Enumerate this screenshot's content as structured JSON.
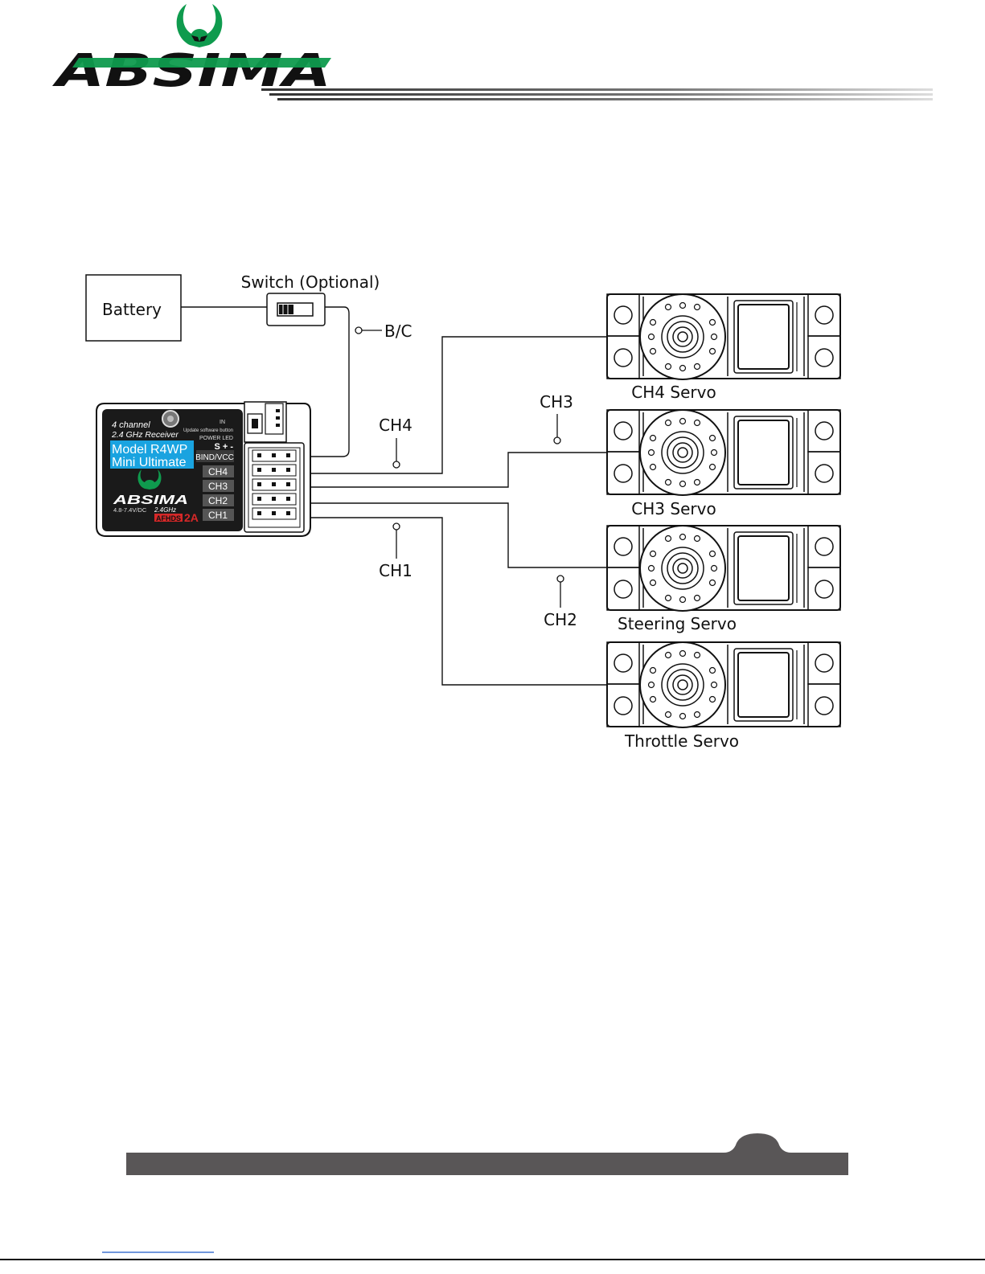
{
  "brand": {
    "name": "ABSIMA",
    "accent": "#0f9b4e",
    "dark": "#111111"
  },
  "diagram": {
    "battery_label": "Battery",
    "switch_label": "Switch (Optional)",
    "bc_label": "B/C",
    "wire_labels": {
      "ch4": "CH4",
      "ch3": "CH3",
      "ch2": "CH2",
      "ch1": "CH1"
    },
    "servos": [
      {
        "id": "ch4",
        "label": "CH4 Servo"
      },
      {
        "id": "ch3",
        "label": "CH3 Servo"
      },
      {
        "id": "steering",
        "label": "Steering Servo"
      },
      {
        "id": "throttle",
        "label": "Throttle Servo"
      }
    ]
  },
  "receiver": {
    "line1": "4 channel",
    "line2": "2.4 GHz Receiver",
    "in_label": "IN",
    "update_label": "Update software button",
    "power_led": "POWER LED",
    "polarity": "S + -",
    "model_line1": "Model  R4WP",
    "model_line2": "Mini Ultimate",
    "ports": [
      "BIND/VCC",
      "CH4",
      "CH3",
      "CH2",
      "CH1"
    ],
    "voltage": "4.8-7.4V/DC",
    "band": "2.4GHz",
    "afhds": "AFHDS",
    "afhds_version": "2A",
    "brand": "ABSIMA",
    "model_color": "#19a3e0"
  },
  "footer": {
    "bar_color": "#595657"
  }
}
